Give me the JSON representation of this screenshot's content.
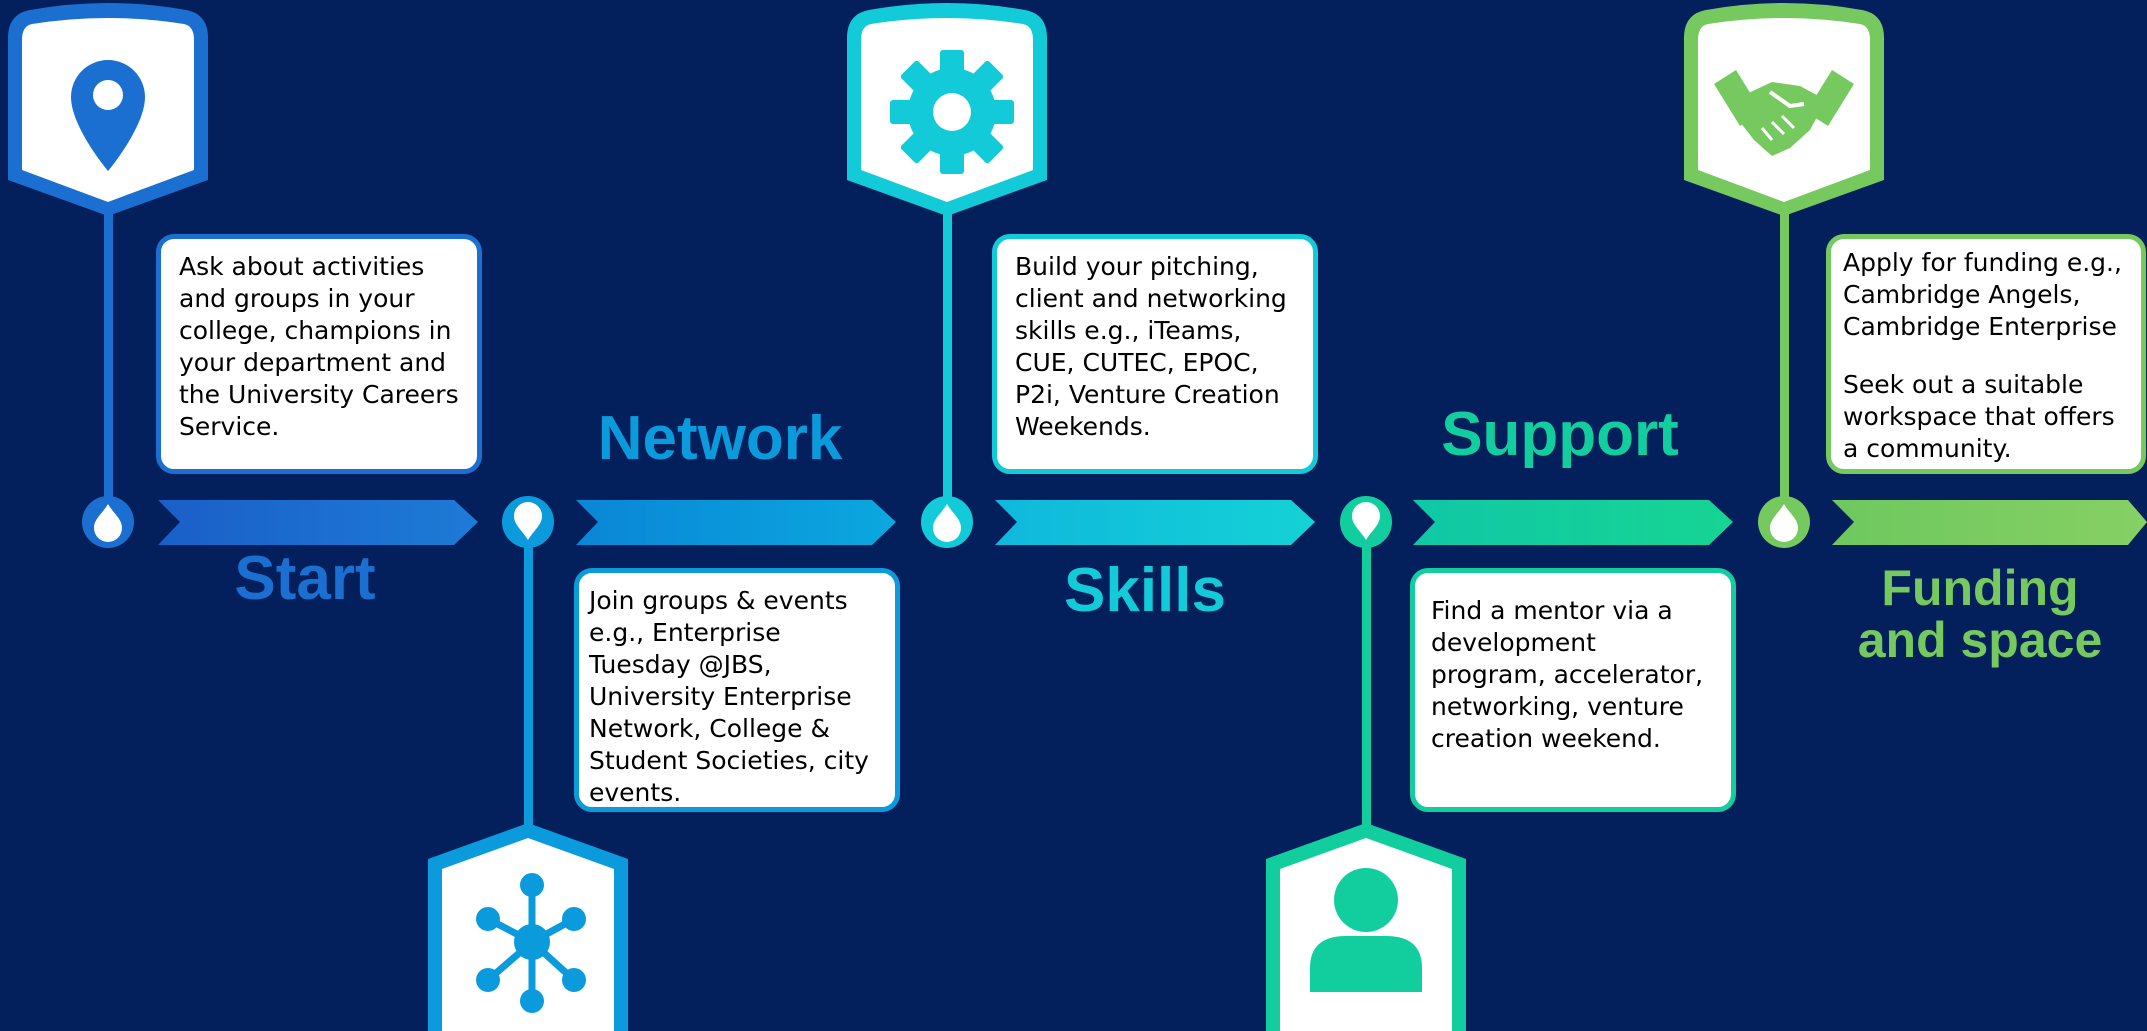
{
  "colors": {
    "background": "#031f5c",
    "start": "#1a6fd0",
    "network": "#0b9bdc",
    "skills": "#12cad8",
    "support": "#12ce9e",
    "funding": "#76c95e"
  },
  "stages": [
    {
      "key": "start",
      "label": "Start",
      "icon": "map-pin-icon",
      "text": [
        "Ask about activities and groups in your college, champions in your department and the University Careers Service."
      ]
    },
    {
      "key": "network",
      "label": "Network",
      "icon": "network-hub-icon",
      "text": [
        "Join groups & events e.g., Enterprise Tuesday @JBS, University Enterprise Network, College & Student Societies, city events."
      ]
    },
    {
      "key": "skills",
      "label": "Skills",
      "icon": "gear-icon",
      "text": [
        "Build your pitching, client and networking skills e.g., iTeams, CUE, CUTEC, EPOC, P2i, Venture Creation Weekends."
      ]
    },
    {
      "key": "support",
      "label": "Support",
      "icon": "person-icon",
      "text": [
        "Find a mentor via a development program, accelerator, networking, venture creation weekend."
      ]
    },
    {
      "key": "funding",
      "label_lines": [
        "Funding",
        "and space"
      ],
      "icon": "handshake-icon",
      "text": [
        "Apply for funding e.g., Cambridge Angels, Cambridge Enterprise",
        "Seek out a suitable workspace that offers a community."
      ]
    }
  ]
}
